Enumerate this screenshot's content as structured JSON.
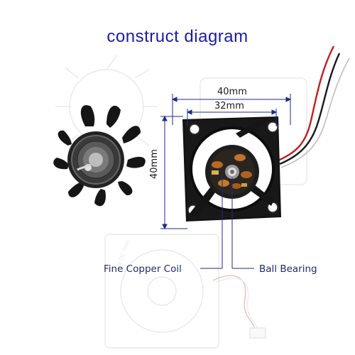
{
  "title": "construct diagram",
  "dimensions": {
    "outer_width": "40mm",
    "hole_spacing": "32mm",
    "outer_height": "40mm"
  },
  "callouts": {
    "coil": "Fine Copper Coil",
    "bearing": "Ball Bearing"
  },
  "colors": {
    "title": "#1c1ca0",
    "dimension_lines": "#1f2a8e",
    "fan_body": "#111111",
    "wires": [
      "#c41d1d",
      "#1a1a1a",
      "#e8e8e8"
    ]
  },
  "icons": [
    "fan-rotor-icon",
    "fan-frame-icon",
    "ball-bearing-icon",
    "copper-coil-icon",
    "connector-plug-icon"
  ]
}
